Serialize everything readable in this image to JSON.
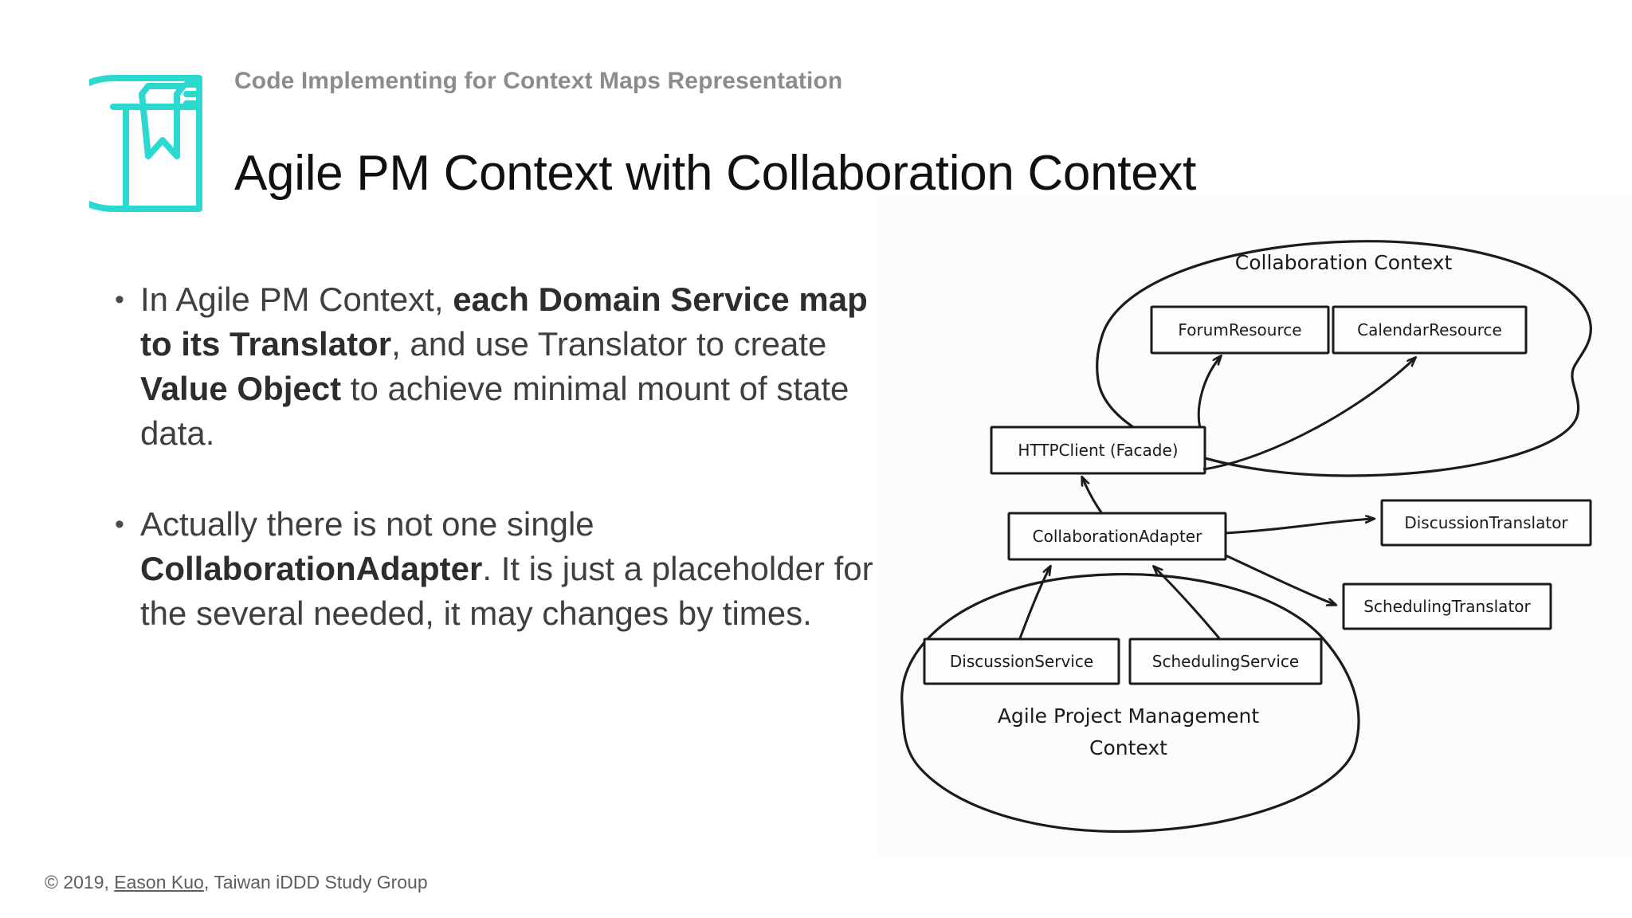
{
  "slide": {
    "eyebrow": "Code Implementing for Context Maps Representation",
    "title": "Agile PM Context with Collaboration Context",
    "accent_color": "#2BD9D0",
    "eyebrow_color": "#8c8c8c",
    "title_color": "#101010",
    "body_color": "#3f3f3f",
    "background_color": "#ffffff",
    "diagram_panel_color": "#fcfbfe"
  },
  "icons": {
    "book": "book-bookmark-icon"
  },
  "bullets": [
    {
      "marker": "•",
      "segments": [
        {
          "text": "In Agile PM Context, ",
          "bold": false
        },
        {
          "text": "each Domain Service map to its Translator",
          "bold": true
        },
        {
          "text": ", and use Translator to create ",
          "bold": false
        },
        {
          "text": "Value Object",
          "bold": true
        },
        {
          "text": " to achieve minimal mount of state data.",
          "bold": false
        }
      ],
      "plain": "In Agile PM Context, each Domain Service map to its Translator, and use Translator to create Value Object to achieve minimal mount of state data."
    },
    {
      "marker": "•",
      "segments": [
        {
          "text": "Actually there is not one single ",
          "bold": false
        },
        {
          "text": "CollaborationAdapter",
          "bold": true
        },
        {
          "text": ". It is just a placeholder for the several needed, it may changes by times.",
          "bold": false
        }
      ],
      "plain": "Actually there is not one single CollaborationAdapter. It is just a placeholder for the several needed, it may changes by times."
    }
  ],
  "footer": {
    "prefix": "© 2019, ",
    "link": "Eason Kuo",
    "suffix": ", Taiwan iDDD Study Group"
  },
  "diagram": {
    "type": "context-map",
    "contexts": [
      {
        "id": "collaboration",
        "label": "Collaboration Context"
      },
      {
        "id": "agile-pm",
        "label": "Agile Project Management Context",
        "label_line1": "Agile Project Management",
        "label_line2": "Context"
      }
    ],
    "boxes": [
      {
        "id": "forum-resource",
        "label": "ForumResource",
        "context": "collaboration"
      },
      {
        "id": "calendar-resource",
        "label": "CalendarResource",
        "context": "collaboration"
      },
      {
        "id": "http-client",
        "label": "HTTPClient (Facade)",
        "context": "none"
      },
      {
        "id": "collaboration-adapter",
        "label": "CollaborationAdapter",
        "context": "none"
      },
      {
        "id": "discussion-translator",
        "label": "DiscussionTranslator",
        "context": "none"
      },
      {
        "id": "scheduling-translator",
        "label": "SchedulingTranslator",
        "context": "none"
      },
      {
        "id": "discussion-service",
        "label": "DiscussionService",
        "context": "agile-pm"
      },
      {
        "id": "scheduling-service",
        "label": "SchedulingService",
        "context": "agile-pm"
      }
    ],
    "edges": [
      {
        "from": "http-client",
        "to": "forum-resource"
      },
      {
        "from": "http-client",
        "to": "calendar-resource"
      },
      {
        "from": "collaboration-adapter",
        "to": "http-client"
      },
      {
        "from": "collaboration-adapter",
        "to": "discussion-translator"
      },
      {
        "from": "collaboration-adapter",
        "to": "scheduling-translator"
      },
      {
        "from": "discussion-service",
        "to": "collaboration-adapter"
      },
      {
        "from": "scheduling-service",
        "to": "collaboration-adapter"
      }
    ]
  }
}
